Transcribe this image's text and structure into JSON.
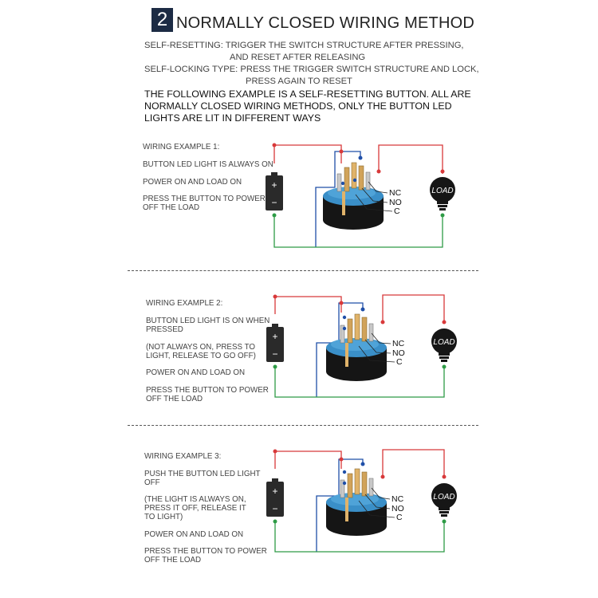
{
  "header": {
    "number": "2",
    "title": "NORMALLY CLOSED WIRING METHOD",
    "self_resetting_1": "SELF-RESETTING: TRIGGER THE SWITCH STRUCTURE AFTER PRESSING,",
    "self_resetting_2": "AND RESET AFTER RELEASING",
    "self_locking_1": "SELF-LOCKING TYPE: PRESS THE TRIGGER SWITCH STRUCTURE AND LOCK,",
    "self_locking_2": "PRESS AGAIN TO RESET",
    "intro_1": "THE FOLLOWING EXAMPLE IS A SELF-RESETTING BUTTON. ALL ARE",
    "intro_2": "NORMALLY CLOSED WIRING METHODS, ONLY THE BUTTON LED",
    "intro_3": " LIGHTS ARE LIT IN DIFFERENT WAYS"
  },
  "examples": [
    {
      "title": "WIRING EXAMPLE 1:",
      "line_a": "BUTTON LED LIGHT IS ALWAYS ON",
      "line_b": "POWER ON AND LOAD ON",
      "line_c1": "PRESS THE BUTTON TO POWER",
      "line_c2": " OFF THE LOAD"
    },
    {
      "title": "WIRING EXAMPLE 2:",
      "line_a1": "BUTTON LED LIGHT IS ON WHEN",
      "line_a2": "PRESSED",
      "line_b1": "(NOT ALWAYS ON, PRESS TO",
      "line_b2": "LIGHT, RELEASE TO GO OFF)",
      "line_c": "POWER ON AND LOAD ON",
      "line_d1": "PRESS THE BUTTON TO POWER",
      "line_d2": "OFF THE LOAD"
    },
    {
      "title": "WIRING EXAMPLE 3:",
      "line_a1": "PUSH THE BUTTON LED LIGHT",
      "line_a2": "OFF",
      "line_b1": "(THE LIGHT IS ALWAYS ON,",
      "line_b2": "PRESS IT OFF, RELEASE IT",
      "line_b3": "TO LIGHT)",
      "line_c": "POWER ON AND LOAD ON",
      "line_d1": "PRESS THE BUTTON TO POWER",
      "line_d2": "OFF THE LOAD"
    }
  ],
  "terminals": {
    "nc": "NC",
    "no": "NO",
    "c": "C"
  },
  "load_label": "LOAD",
  "battery_plus": "+",
  "battery_minus": "−",
  "colors": {
    "red_wire": "#d8393a",
    "blue_wire": "#1f4fa8",
    "green_wire": "#2e9b46",
    "switch_blue": "#3a8fc8",
    "dark": "#1b1b1b",
    "gold_terminal": "#d1a35a"
  }
}
